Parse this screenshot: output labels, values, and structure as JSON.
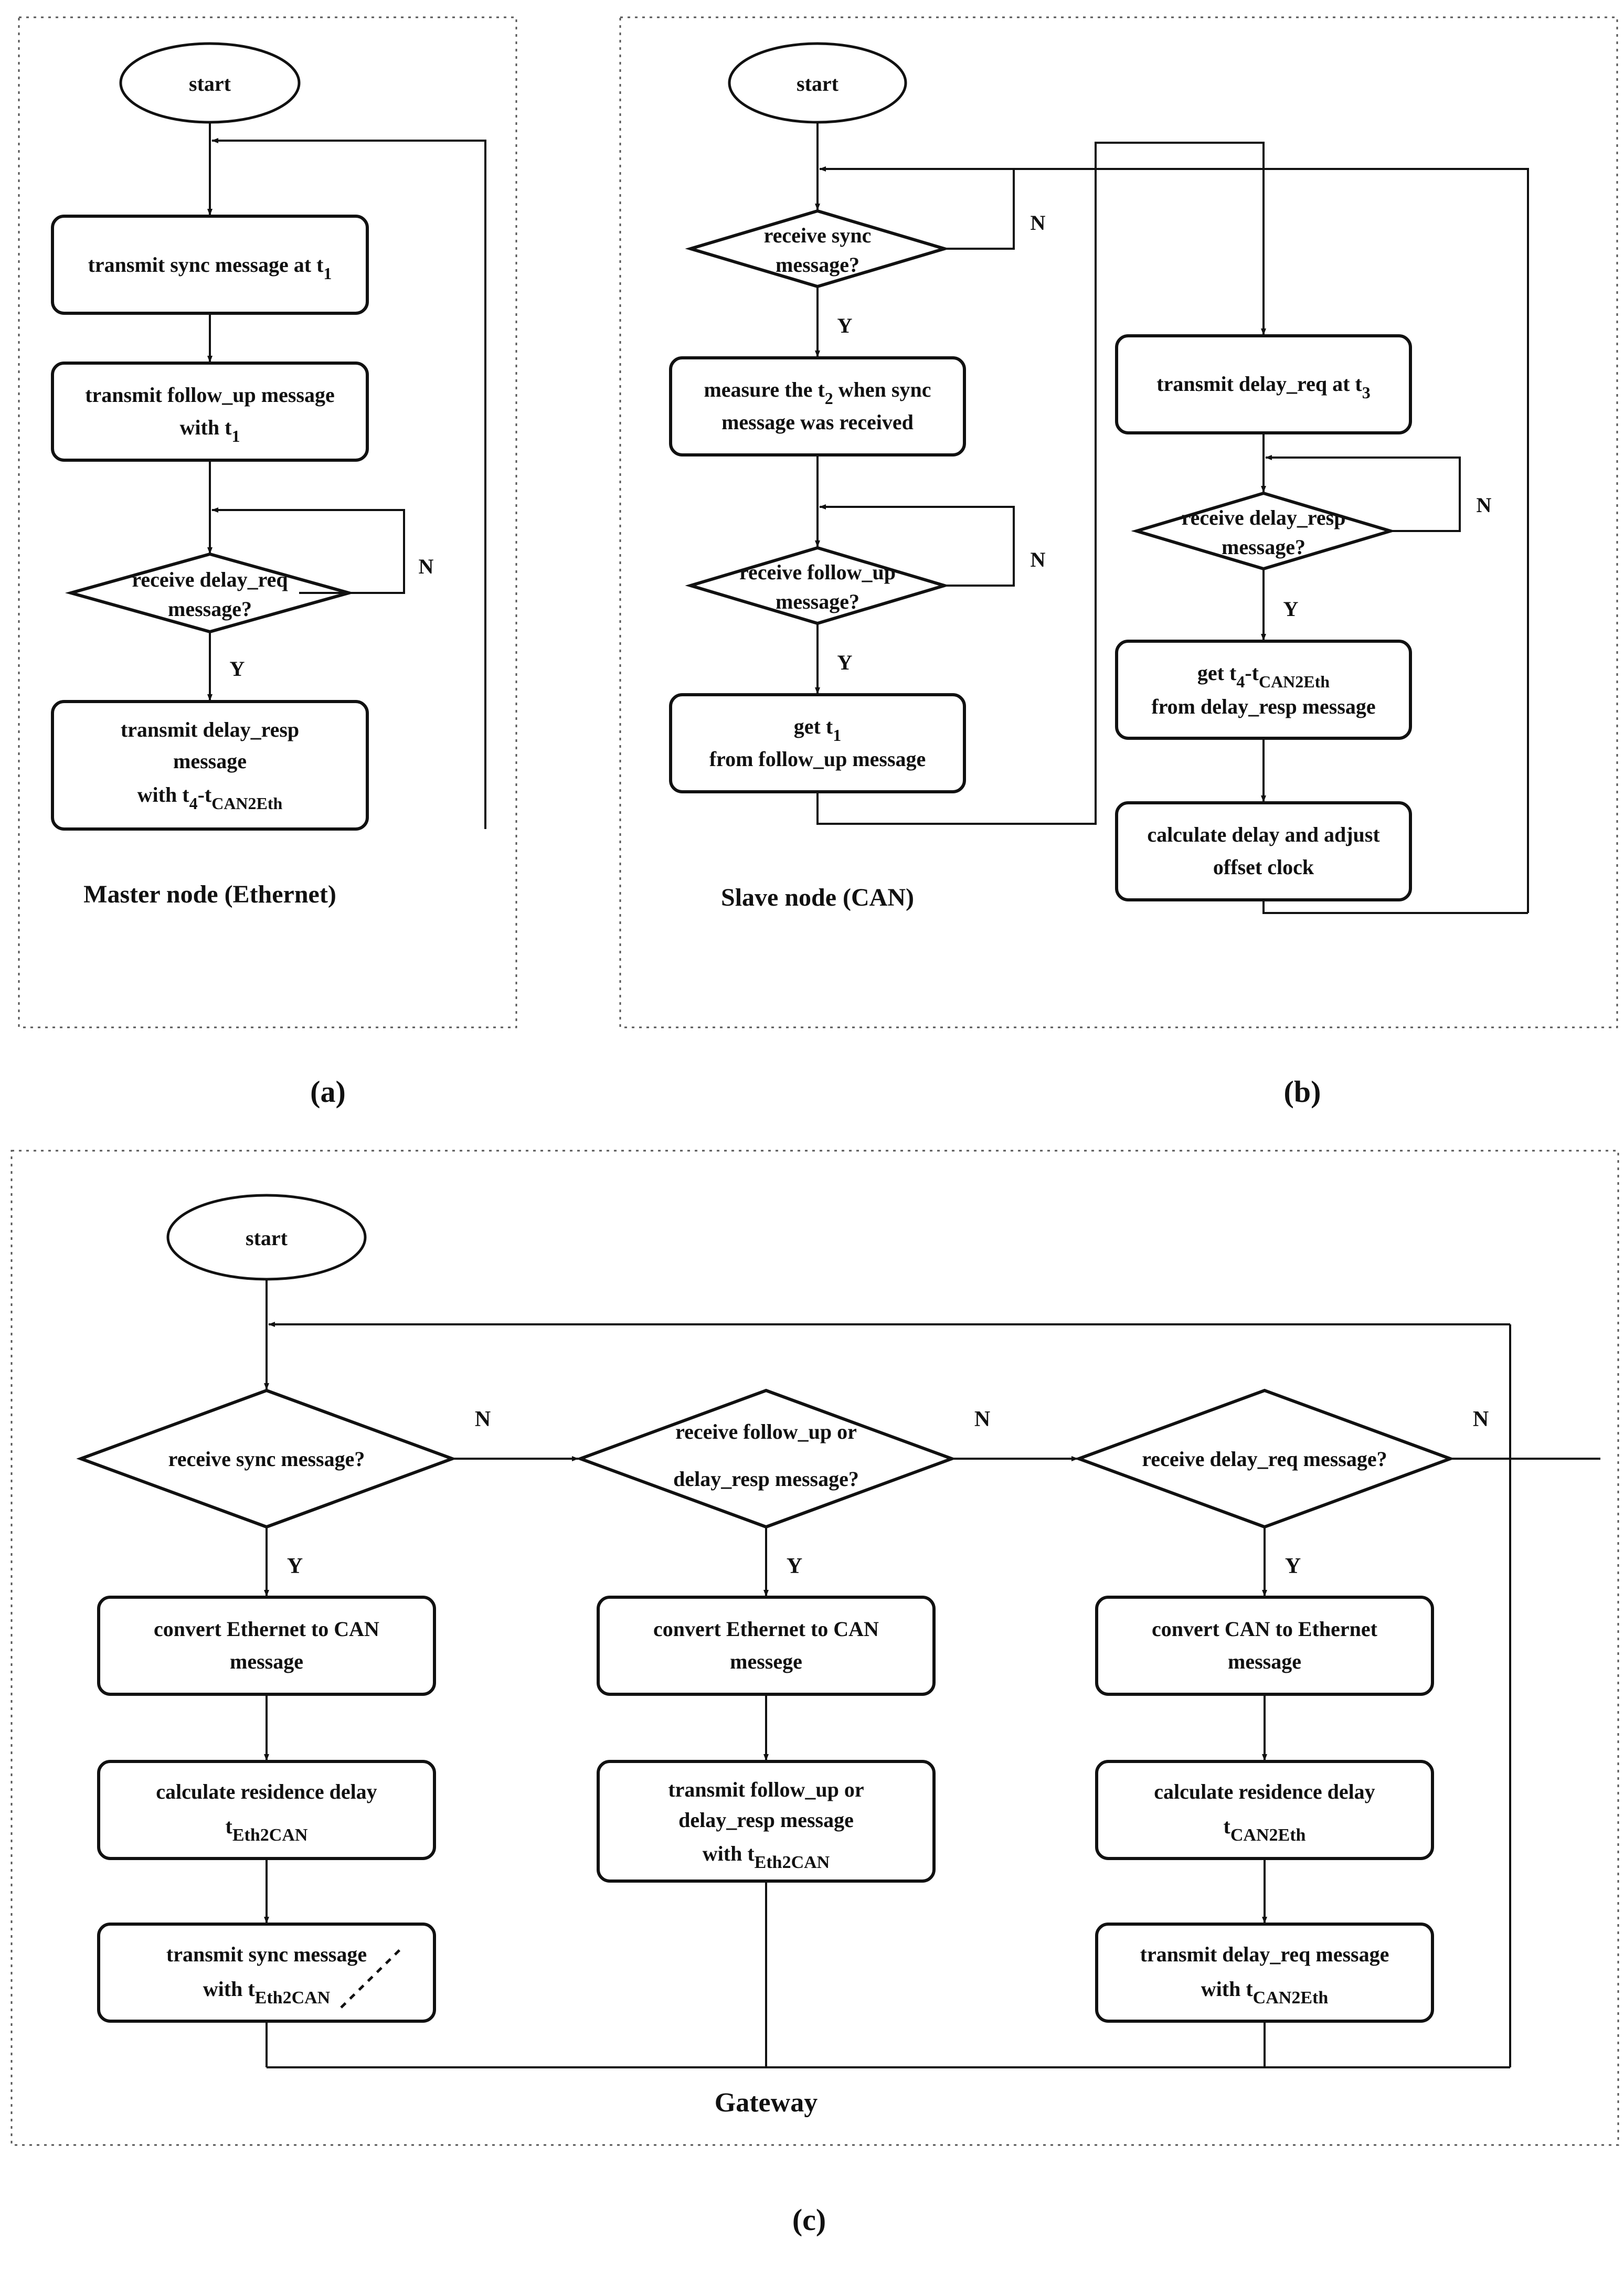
{
  "figure": {
    "type": "flowchart-figure",
    "panels": [
      {
        "id": "a",
        "caption": "(a)",
        "title": "Master node (Ethernet)",
        "nodes": {
          "start": "start",
          "p1": "transmit sync message at t₁",
          "p1_main": "transmit sync message at t",
          "p1_sub": "1",
          "p2_l1": "transmit follow_up message",
          "p2_l2_main": "with t",
          "p2_l2_sub": "1",
          "d1_l1": "receive delay_req",
          "d1_l2": "message?",
          "p3_l1": "transmit delay_resp",
          "p3_l2": "message",
          "p3_l3_a": "with t",
          "p3_l3_sub1": "4",
          "p3_l3_b": "-t",
          "p3_l3_sub2": "CAN2Eth"
        },
        "edge_labels": {
          "no": "N",
          "yes": "Y"
        }
      },
      {
        "id": "b",
        "caption": "(b)",
        "title": "Slave node (CAN)",
        "nodes": {
          "start": "start",
          "d1_l1": "receive sync",
          "d1_l2": "message?",
          "p1_l1_a": "measure the t",
          "p1_l1_sub": "2",
          "p1_l1_b": " when sync",
          "p1_l2": "message was received",
          "d2_l1": "receive follow_up",
          "d2_l2": "message?",
          "p2_l1_a": "get t",
          "p2_l1_sub": "1",
          "p2_l2": "from follow_up message",
          "p3_a": "transmit delay_req at t",
          "p3_sub": "3",
          "d3_l1": "receive delay_resp",
          "d3_l2": "message?",
          "p4_l1_a": "get t",
          "p4_l1_sub1": "4",
          "p4_l1_b": "-t",
          "p4_l1_sub2": "CAN2Eth",
          "p4_l2": "from delay_resp message",
          "p5_l1": "calculate delay and adjust",
          "p5_l2": "offset clock"
        },
        "edge_labels": {
          "no": "N",
          "yes": "Y"
        }
      },
      {
        "id": "c",
        "caption": "(c)",
        "title": "Gateway",
        "nodes": {
          "start": "start",
          "d1": "receive sync message?",
          "d2_l1": "receive follow_up or",
          "d2_l2": "delay_resp message?",
          "d3": "receive delay_req message?",
          "c1_l1": "convert Ethernet to CAN",
          "c1_l2": "message",
          "c2_l1": "calculate residence delay",
          "c2_l2_a": "t",
          "c2_l2_sub": "Eth2CAN",
          "c3_l1": "transmit sync message",
          "c3_l2_a": "with t",
          "c3_l2_sub": "Eth2CAN",
          "m1_l1": "convert Ethernet to CAN",
          "m1_l2": "messege",
          "m2_l1": "transmit follow_up or",
          "m2_l2": "delay_resp message",
          "m2_l3_a": "with t",
          "m2_l3_sub": "Eth2CAN",
          "r1_l1": "convert CAN to Ethernet",
          "r1_l2": "message",
          "r2_l1": "calculate residence delay",
          "r2_l2_a": "t",
          "r2_l2_sub": "CAN2Eth",
          "r3_l1": "transmit delay_req message",
          "r3_l2_a": "with t",
          "r3_l2_sub": "CAN2Eth"
        },
        "edge_labels": {
          "no": "N",
          "yes": "Y"
        }
      }
    ],
    "colors": {
      "stroke": "#111111",
      "text": "#111111",
      "panel_border": "#555555",
      "background": "#ffffff"
    }
  }
}
